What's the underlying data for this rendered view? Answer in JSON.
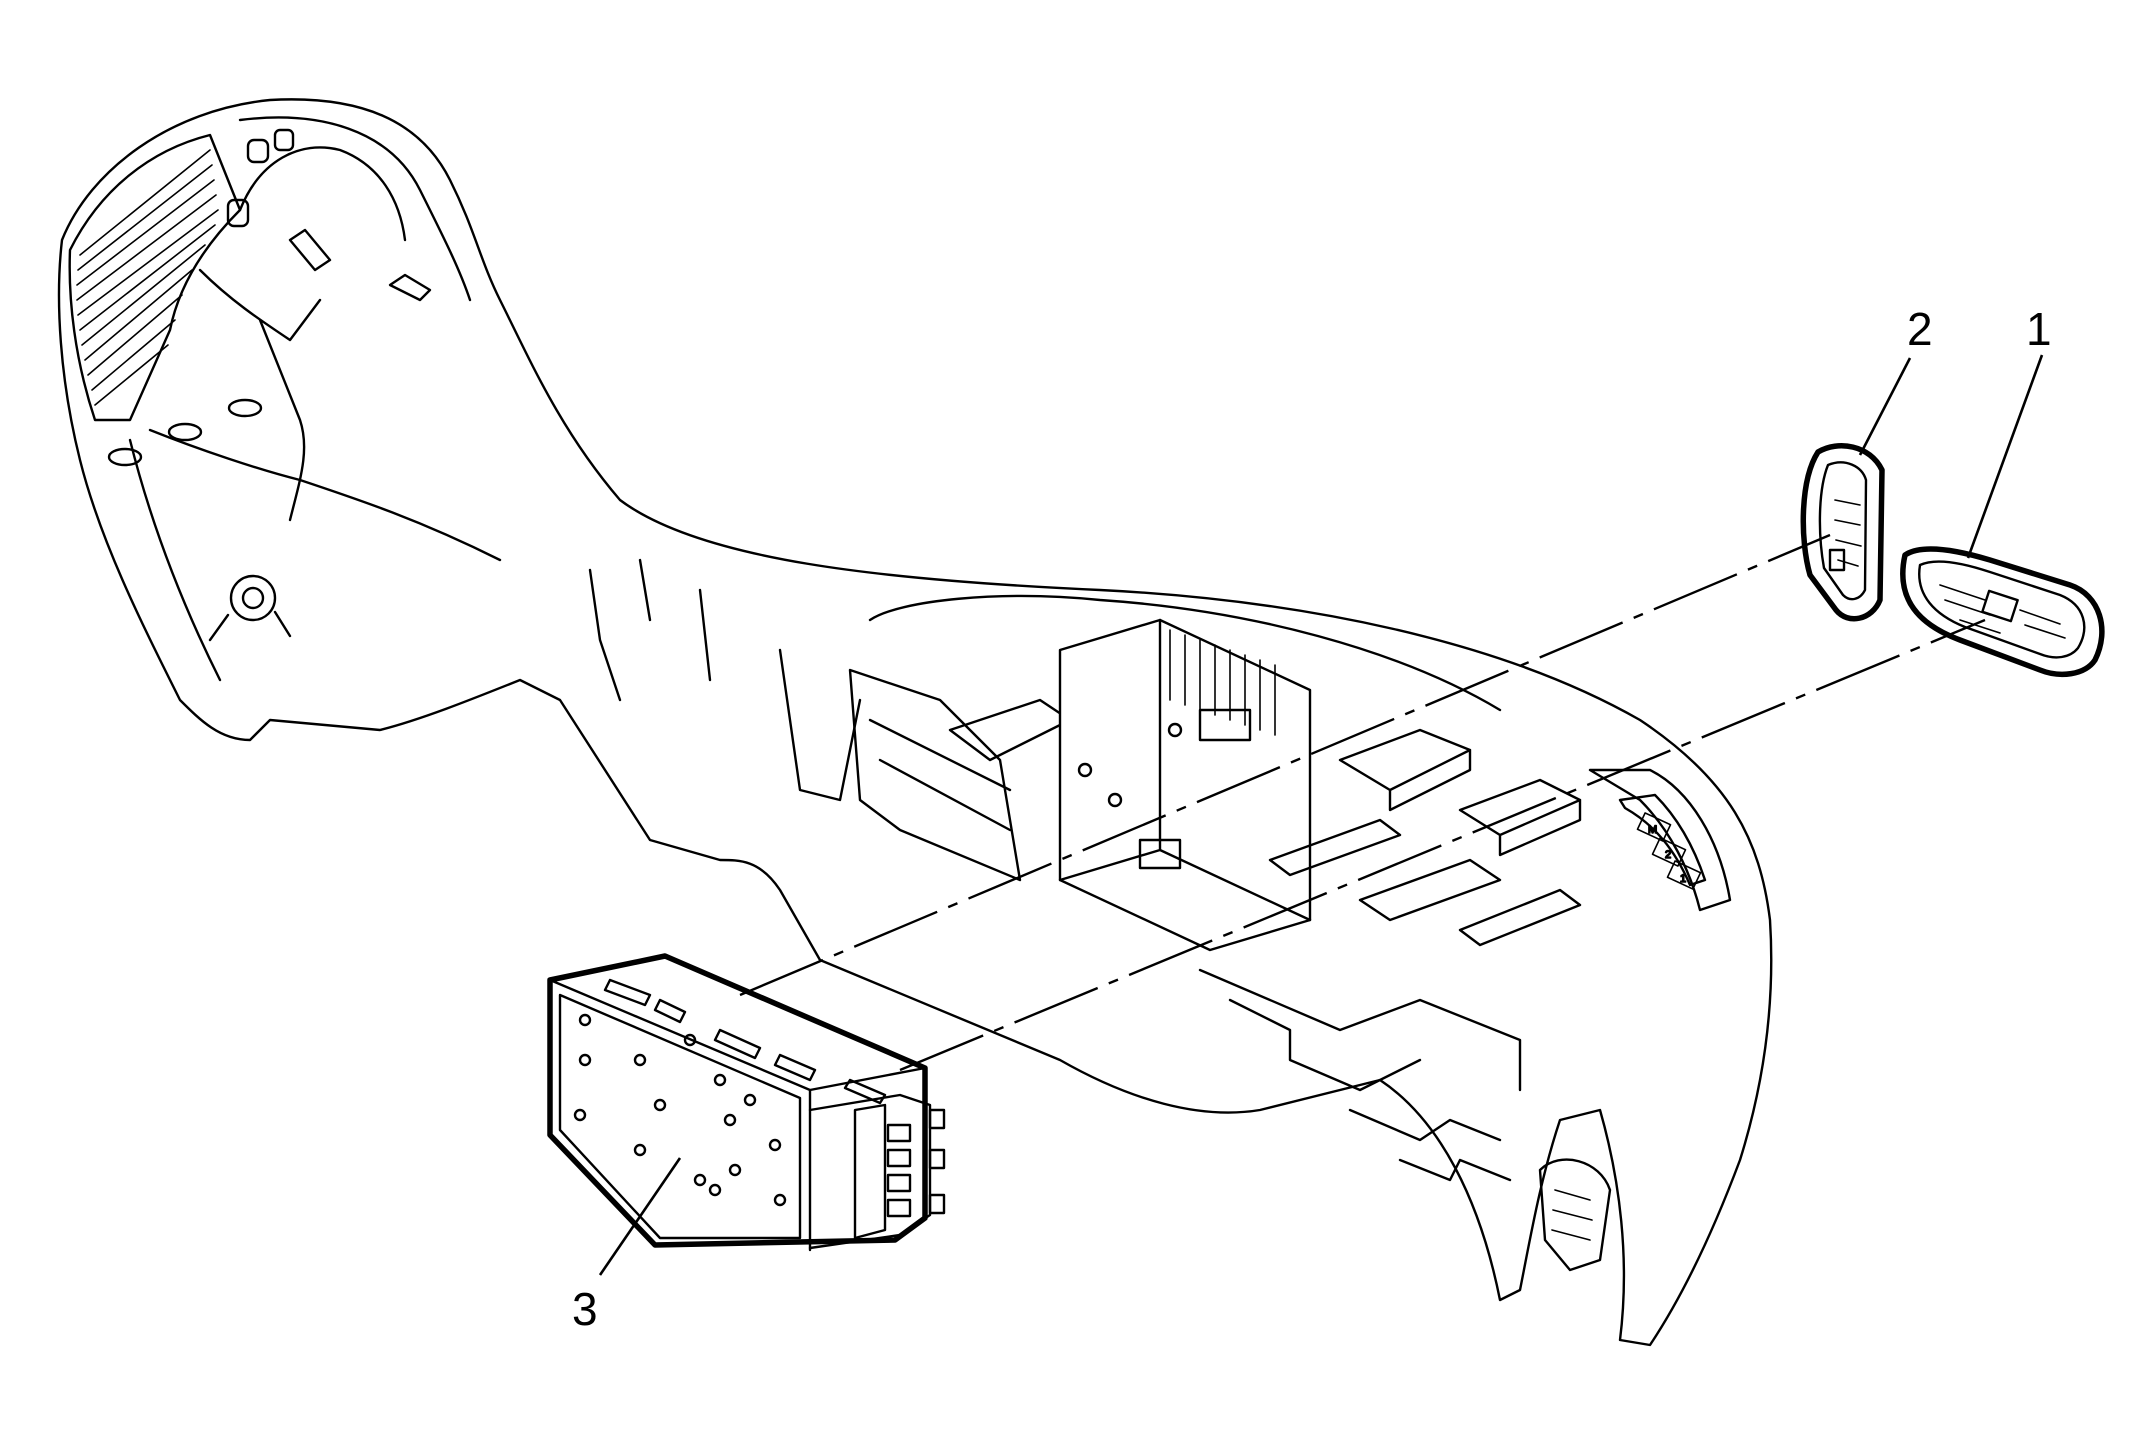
{
  "callouts": [
    {
      "id": "1",
      "label": "1"
    },
    {
      "id": "2",
      "label": "2"
    },
    {
      "id": "3",
      "label": "3"
    }
  ],
  "keypad_button_labels": [
    "M",
    "2",
    "1"
  ]
}
